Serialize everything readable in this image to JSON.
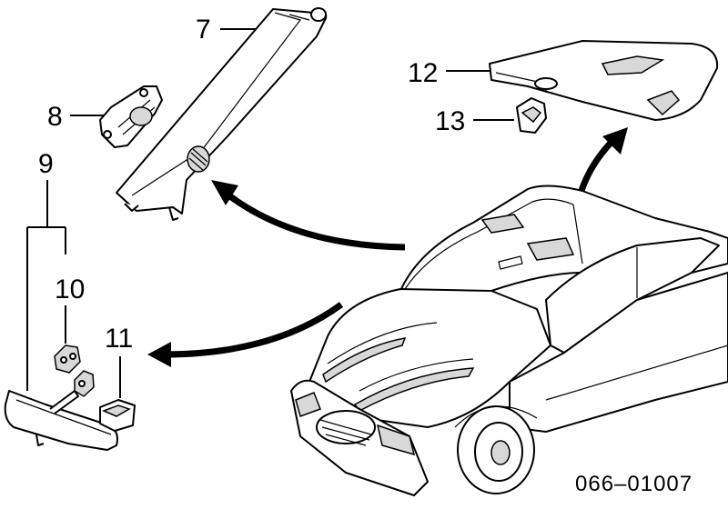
{
  "callouts": [
    {
      "id": "7",
      "label": "7",
      "part": "pillar-garnish"
    },
    {
      "id": "8",
      "label": "8",
      "part": "assist-grip"
    },
    {
      "id": "9",
      "label": "9",
      "part": "rear-view-mirror-assembly"
    },
    {
      "id": "10",
      "label": "10",
      "part": "mirror-mount"
    },
    {
      "id": "11",
      "label": "11",
      "part": "mirror-cover"
    },
    {
      "id": "12",
      "label": "12",
      "part": "sun-visor"
    },
    {
      "id": "13",
      "label": "13",
      "part": "visor-holder"
    }
  ],
  "diagram_id": "066–01007"
}
